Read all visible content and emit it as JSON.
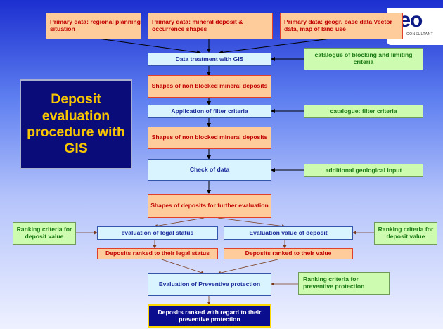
{
  "slide": {
    "title": "Deposit evaluation procedure with GIS",
    "logo_text": "geo",
    "logo_sub": "CONSULTANT"
  },
  "inputs": [
    {
      "text": "Primary data: regional planning situation"
    },
    {
      "text": "Primary data: mineral deposit & occurrence shapes"
    },
    {
      "text": "Primary data: geogr. base data Vector data, map of land use"
    }
  ],
  "steps": {
    "data_treatment": "Data treatment with GIS",
    "shapes_1": "Shapes of non blocked mineral deposits",
    "filter": "Application of filter criteria",
    "shapes_2": "Shapes of non blocked mineral deposits",
    "check": "Check of data",
    "shapes_further": "Shapes of deposits for further evaluation",
    "legal_status": "evaluation of legal status",
    "value_eval": "Evaluation value of deposit",
    "ranked_legal": "Deposits ranked to their legal status",
    "ranked_value": "Deposits ranked to their value",
    "preventive_eval": "Evaluation of Preventive protection",
    "final": "Deposits ranked with regard to their preventive protection"
  },
  "criteria": {
    "blocking": "catalogue of blocking and limiting criteria",
    "filter": "catalogue: filter criteria",
    "geological": "additional geological input",
    "ranking_left": "Ranking criteria for deposit value",
    "ranking_right": "Ranking criteria for deposit value",
    "ranking_preventive": "Ranking criteria for preventive protection"
  },
  "colors": {
    "background_top": "#1c2fd0",
    "background_bottom": "#eef1ff",
    "orange_fill": "#fecc9b",
    "orange_text": "#c00000",
    "blue_fill": "#d9f3ff",
    "blue_text": "#1a2c9c",
    "green_fill": "#cdfbb0",
    "green_text": "#1b7a12",
    "title_fill": "#0a0c7a",
    "title_text": "#f7c600",
    "final_fill": "#0a0d8e"
  }
}
